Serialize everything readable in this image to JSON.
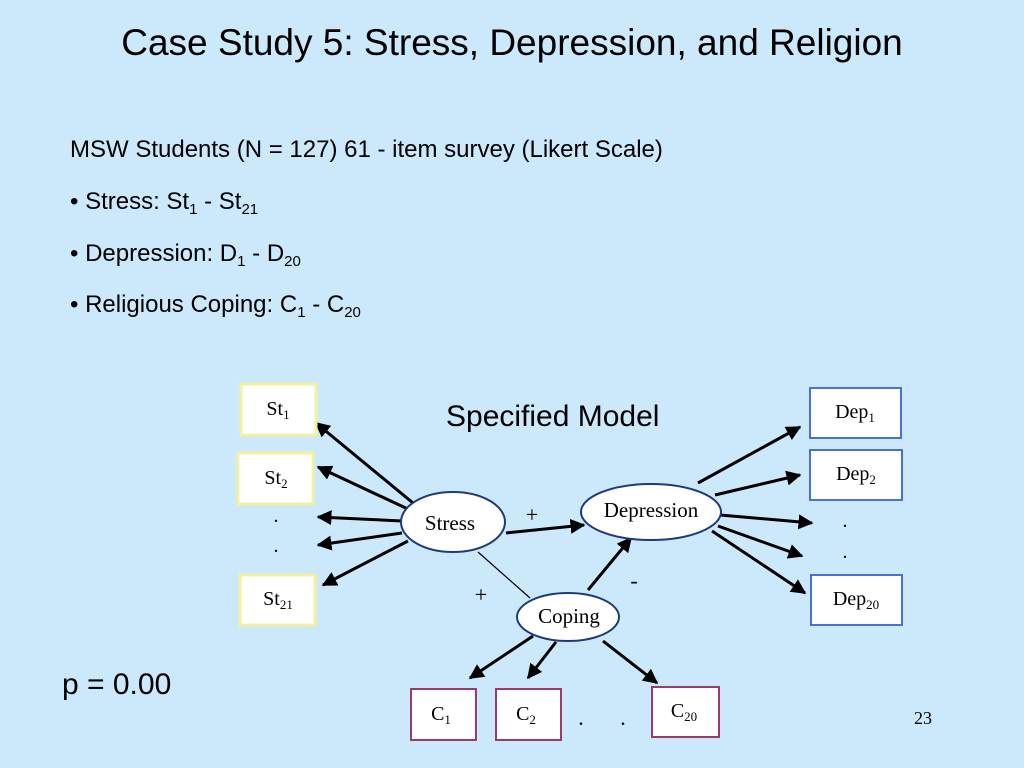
{
  "title": "Case Study 5: Stress, Depression, and Religion",
  "intro": "MSW Students  (N = 127)  61 - item survey (Likert Scale)",
  "bullets": [
    {
      "text": "• Stress: St",
      "a": "1",
      "mid": " - St",
      "b": "21"
    },
    {
      "text": "• Depression: D",
      "a": "1",
      "mid": " - D",
      "b": "20"
    },
    {
      "text": "• Religious Coping: C",
      "a": "1",
      "mid": " - C",
      "b": "20"
    }
  ],
  "model_title": "Specified Model",
  "p_value": "p = 0.00",
  "page_number": "23",
  "diagram": {
    "latents": {
      "stress": "Stress",
      "depression": "Depression",
      "coping": "Coping"
    },
    "stress_indicators": [
      {
        "base": "St",
        "sub": "1"
      },
      {
        "base": "St",
        "sub": "2"
      },
      {
        "base": "St",
        "sub": "21"
      }
    ],
    "depression_indicators": [
      {
        "base": "Dep",
        "sub": "1"
      },
      {
        "base": "Dep",
        "sub": "2"
      },
      {
        "base": "Dep",
        "sub": "20"
      }
    ],
    "coping_indicators": [
      {
        "base": "C",
        "sub": "1"
      },
      {
        "base": "C",
        "sub": "2"
      },
      {
        "base": "C",
        "sub": "20"
      }
    ],
    "signs": {
      "stress_to_depression": "+",
      "stress_coping": "+",
      "coping_to_depression": "-"
    },
    "ellipsis_dot": "."
  },
  "colors": {
    "background": "#cce8fb",
    "stress_box": "#f3f0a0",
    "depression_box": "#4a6fd6",
    "coping_box": "#9a3b6a"
  }
}
